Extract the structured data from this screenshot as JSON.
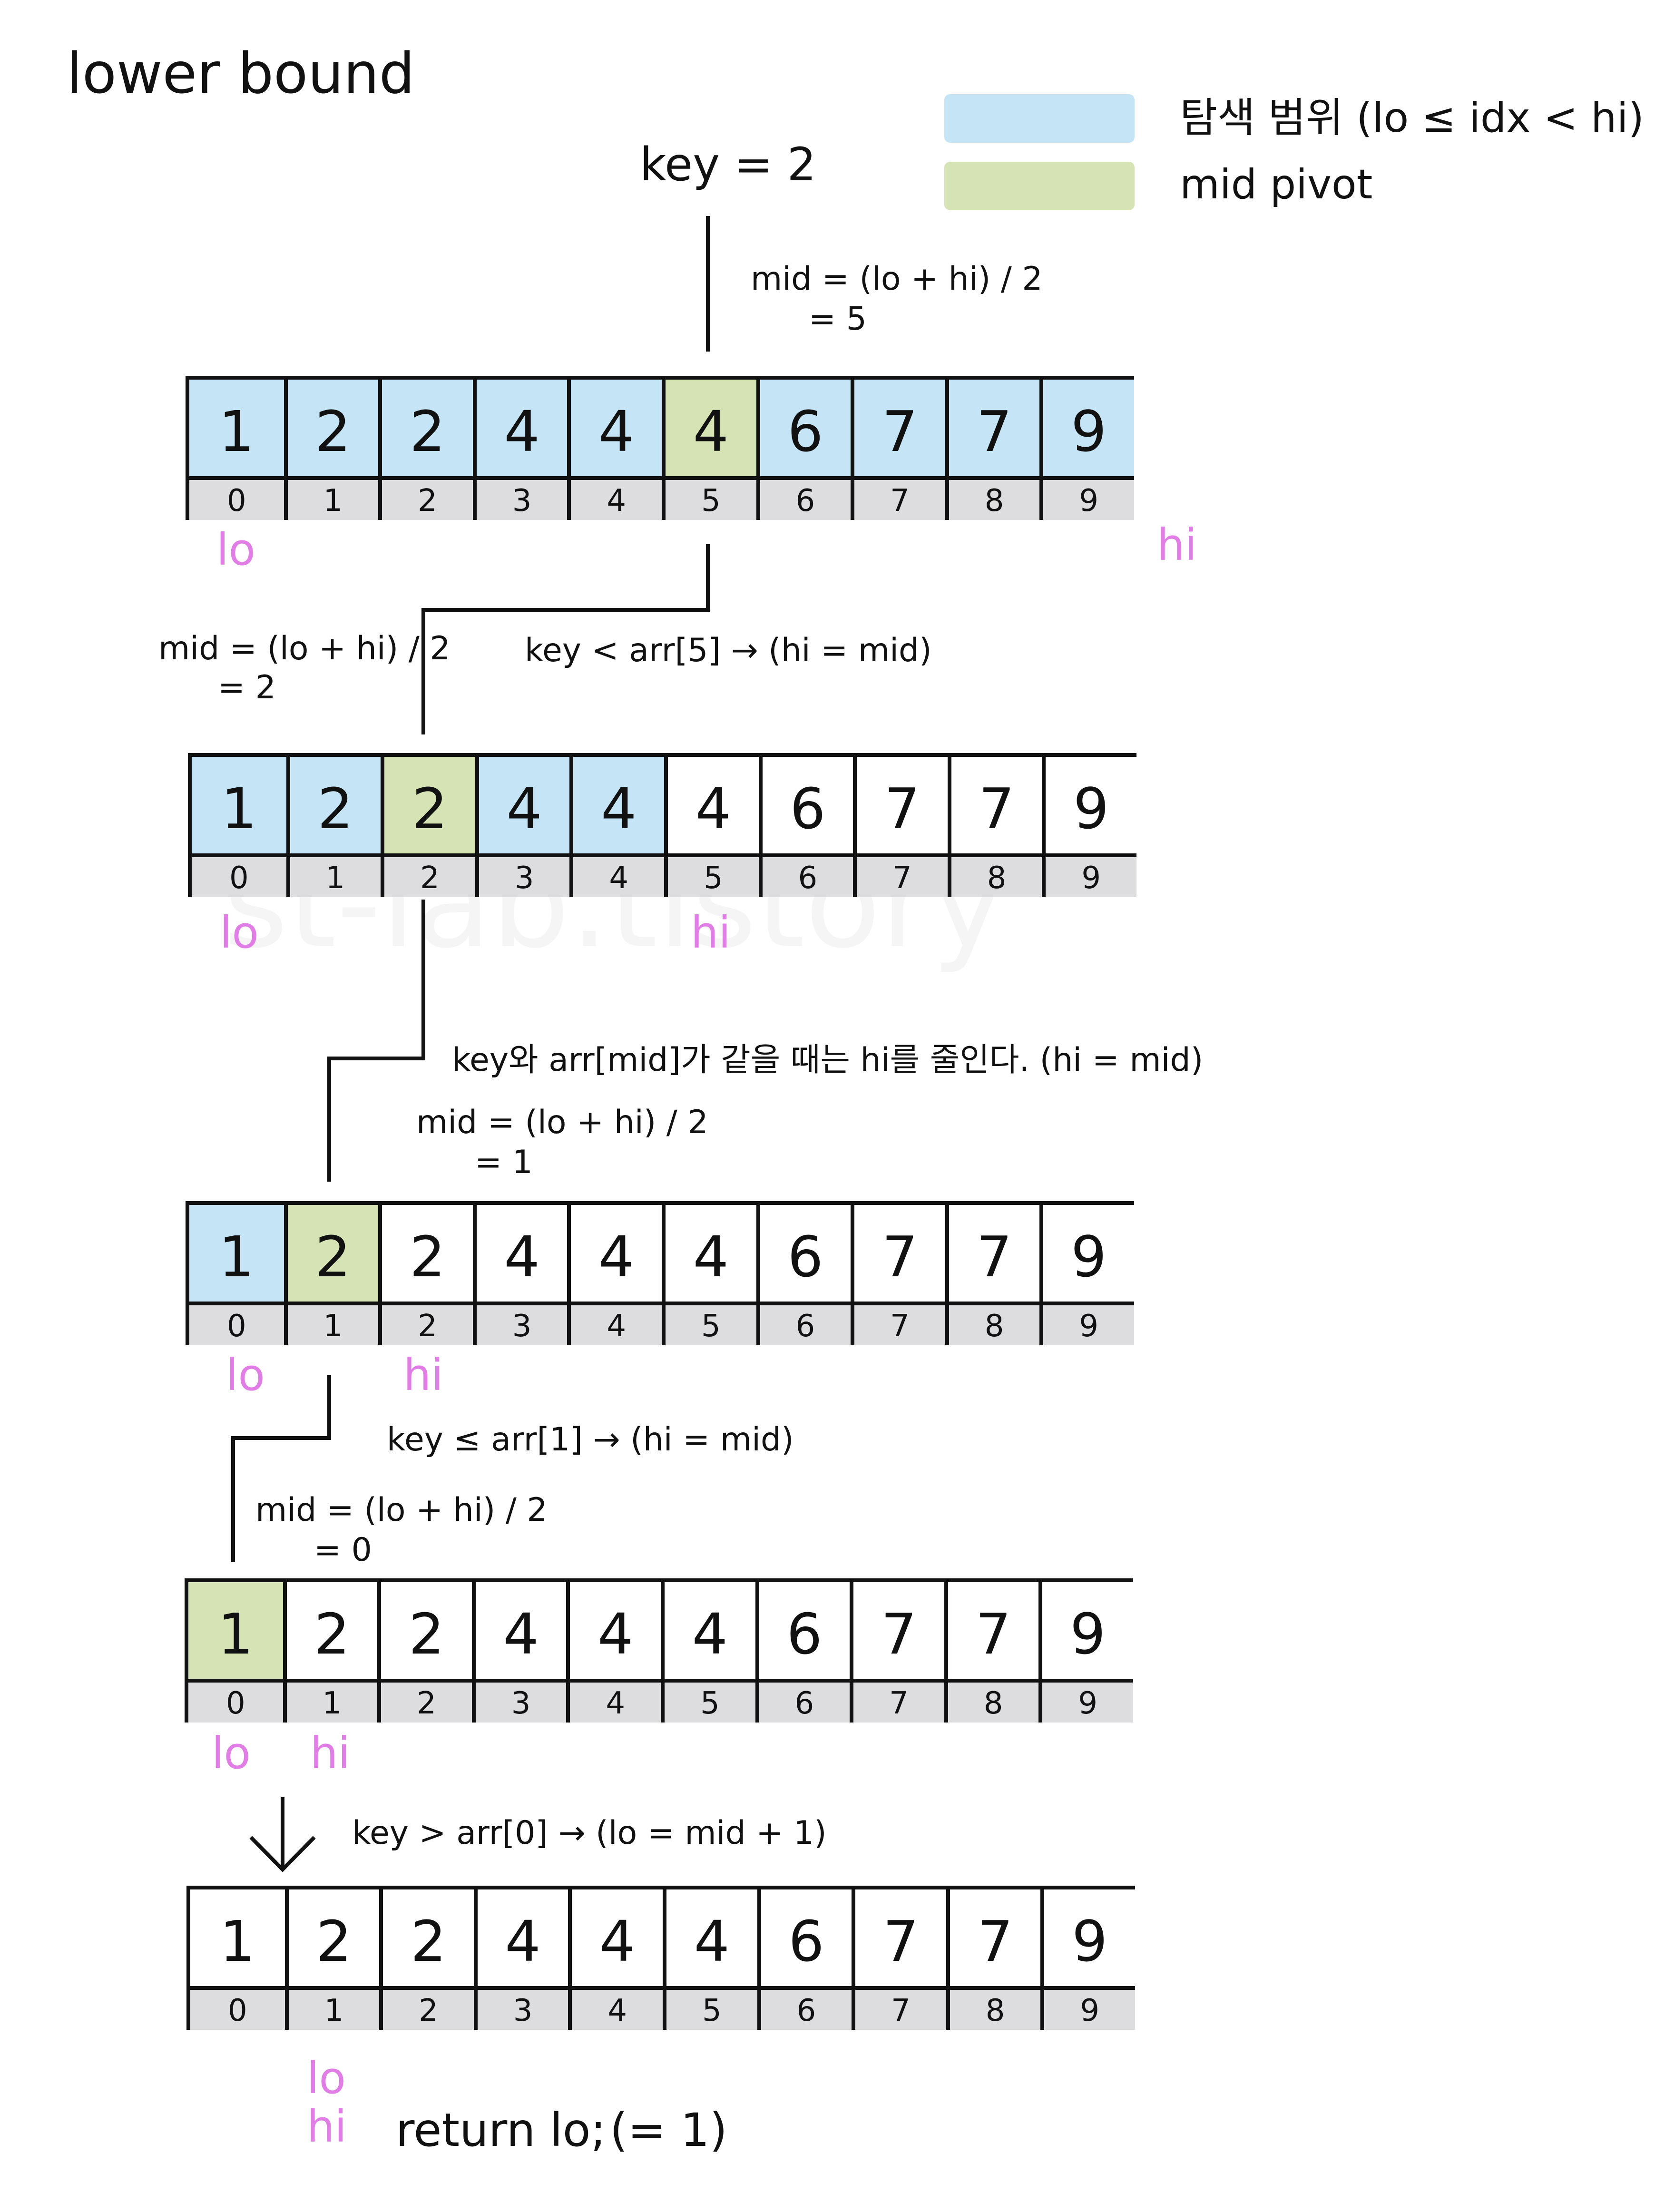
{
  "title": "lower bound",
  "legend": [
    {
      "label": "탐색 범위 (lo ≤ idx < hi)",
      "color": "#c5e5f6"
    },
    {
      "label": "mid pivot",
      "color": "#d5e3b5"
    }
  ],
  "key_label": "key = 2",
  "colors": {
    "range": "#c5e5f6",
    "pivot": "#d5e3b5",
    "index_bg": "#dddcde",
    "pointer": "#e07ee6",
    "border": "#111111"
  },
  "values": [
    "1",
    "2",
    "2",
    "4",
    "4",
    "4",
    "6",
    "7",
    "7",
    "9"
  ],
  "indices": [
    "0",
    "1",
    "2",
    "3",
    "4",
    "5",
    "6",
    "7",
    "8",
    "9"
  ],
  "steps": [
    {
      "range": [
        0,
        10
      ],
      "mid": 5
    },
    {
      "range": [
        0,
        5
      ],
      "mid": 2
    },
    {
      "range": [
        0,
        2
      ],
      "mid": 1
    },
    {
      "range": [
        0,
        1
      ],
      "mid": 0
    },
    {
      "range": [
        1,
        1
      ],
      "mid": null
    }
  ],
  "notes": {
    "mid1_line1": "mid = (lo + hi) / 2",
    "mid1_line2": "= 5",
    "cmp1": "key < arr[5] → (hi = mid)",
    "mid2_line1": "mid = (lo + hi) / 2",
    "mid2_line2": "= 2",
    "rule": "key와 arr[mid]가 같을 때는 hi를 줄인다. (hi = mid)",
    "mid3_line1": "mid = (lo + hi) / 2",
    "mid3_line2": "= 1",
    "cmp3": "key ≤ arr[1] → (hi = mid)",
    "mid4_line1": "mid = (lo + hi) / 2",
    "mid4_line2": "= 0",
    "cmp4": "key > arr[0] → (lo = mid + 1)"
  },
  "pointers": {
    "lo": "lo",
    "hi": "hi"
  },
  "result": {
    "statement": "return lo;",
    "value": "(= 1)"
  },
  "watermark": "st-lab.tistory"
}
